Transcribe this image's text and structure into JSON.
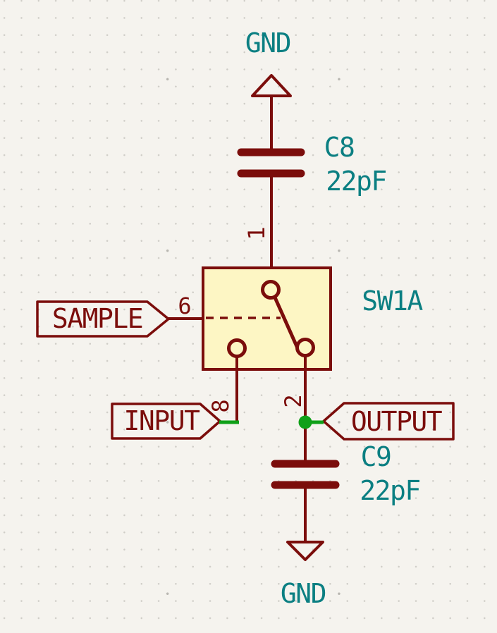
{
  "app": {
    "view": "kicad-schematic-canvas"
  },
  "palette": {
    "background": "#F5F3EE",
    "grid_dots": "#CFCDC7",
    "symbol_outline": "#7B0D0B",
    "symbol_body_fill": "#FDF6C4",
    "annotation_text": "#0B7F82",
    "label_text": "#7B0D0B",
    "wire": "#0FA018",
    "junction": "#0FA018"
  },
  "power": {
    "top_label": "GND",
    "bottom_label": "GND"
  },
  "components": {
    "c8": {
      "reference": "C8",
      "value": "22pF"
    },
    "c9": {
      "reference": "C9",
      "value": "22pF"
    },
    "sw1": {
      "reference": "SW1A",
      "pin_top": "1",
      "pin_left": "6",
      "pin_bottom_left": "8",
      "pin_bottom_right": "2"
    }
  },
  "net_labels": {
    "sample": "SAMPLE",
    "input": "INPUT",
    "output": "OUTPUT"
  }
}
